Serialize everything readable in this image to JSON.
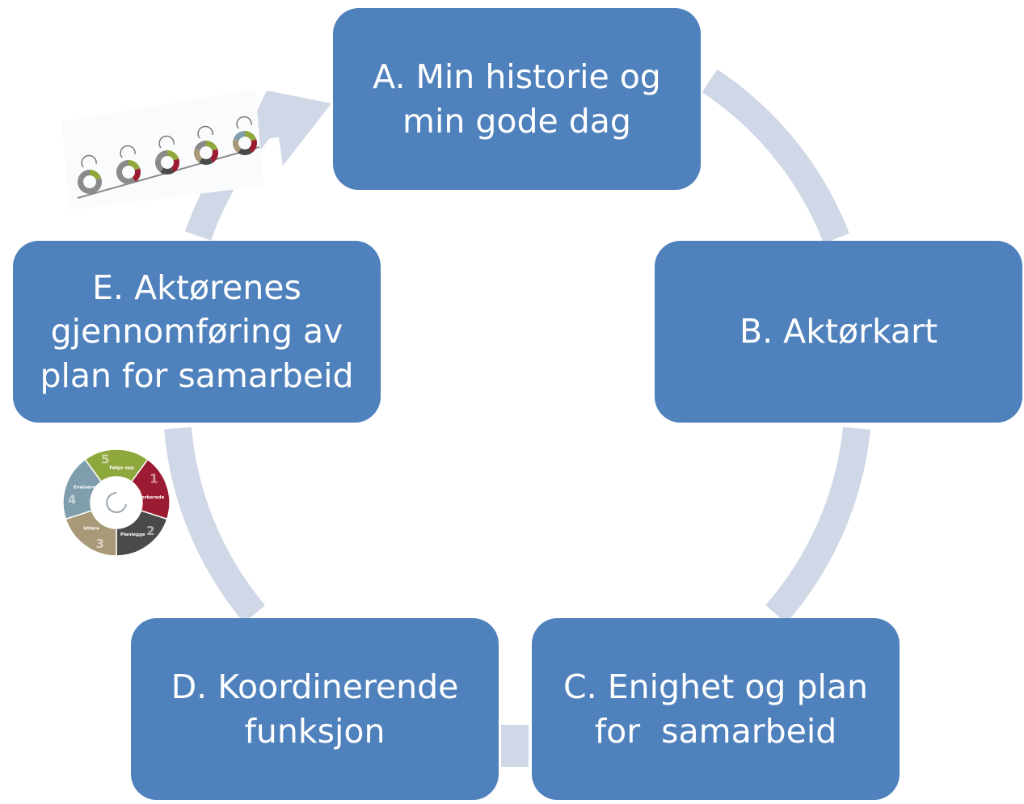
{
  "diagram": {
    "nodes": {
      "a": {
        "line1": "A. Min historie og",
        "line2": "min gode dag"
      },
      "b": {
        "line1": "B. Aktørkart"
      },
      "c": {
        "line1": "C. Enighet og plan",
        "line2": "for  samarbeid"
      },
      "d": {
        "line1": "D. Koordinerende",
        "line2": "funksjon"
      },
      "e": {
        "line1": "E. Aktørenes",
        "line2": "gjennomføring av",
        "line3": "plan for samarbeid"
      }
    },
    "connector_color": "#d0d7e6",
    "node_color": "#4f81bd"
  },
  "cycle_figure": {
    "steps": [
      {
        "number": "5",
        "label": "Følge opp",
        "color": "#8fa83d"
      },
      {
        "number": "1",
        "label": "Forberede",
        "color": "#9b1c32"
      },
      {
        "number": "2",
        "label": "Planlegge",
        "color": "#4a4a4a"
      },
      {
        "number": "3",
        "label": "Utføre",
        "color": "#a89a78"
      },
      {
        "number": "4",
        "label": "Evaluere",
        "color": "#7f9dac"
      }
    ]
  }
}
